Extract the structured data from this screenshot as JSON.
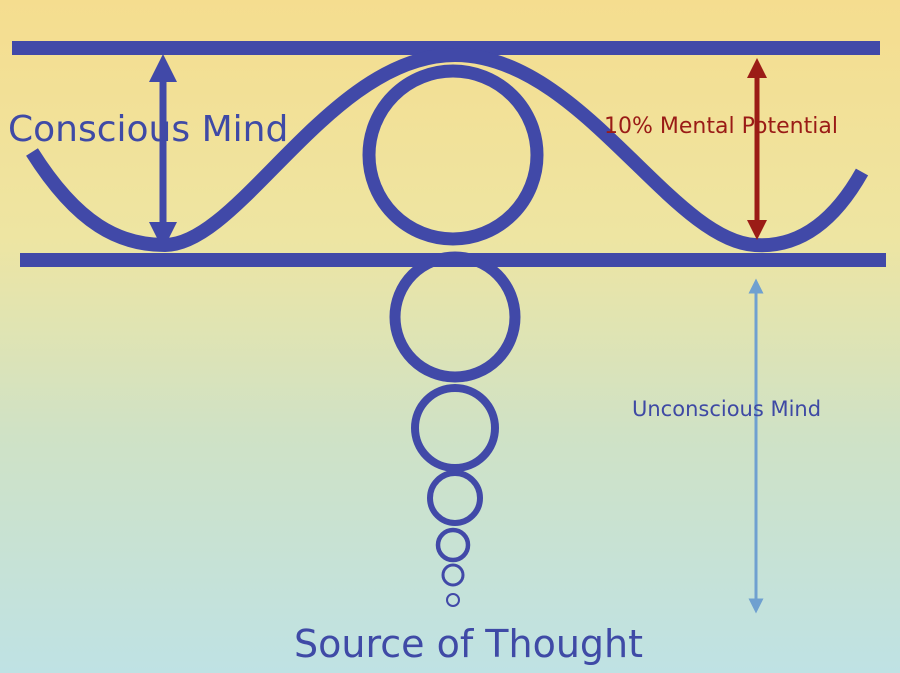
{
  "labels": {
    "conscious_mind": "Conscious Mind",
    "mental_potential": "10% Mental Potential",
    "unconscious_mind": "Unconscious Mind",
    "source_of_thought": "Source of Thought"
  },
  "colors": {
    "primary_blue": "#4149a8",
    "dark_red": "#9b1c16",
    "light_blue": "#6fa0d0",
    "background_top": "#f5dd8f",
    "background_bottom": "#bfe2e4"
  }
}
